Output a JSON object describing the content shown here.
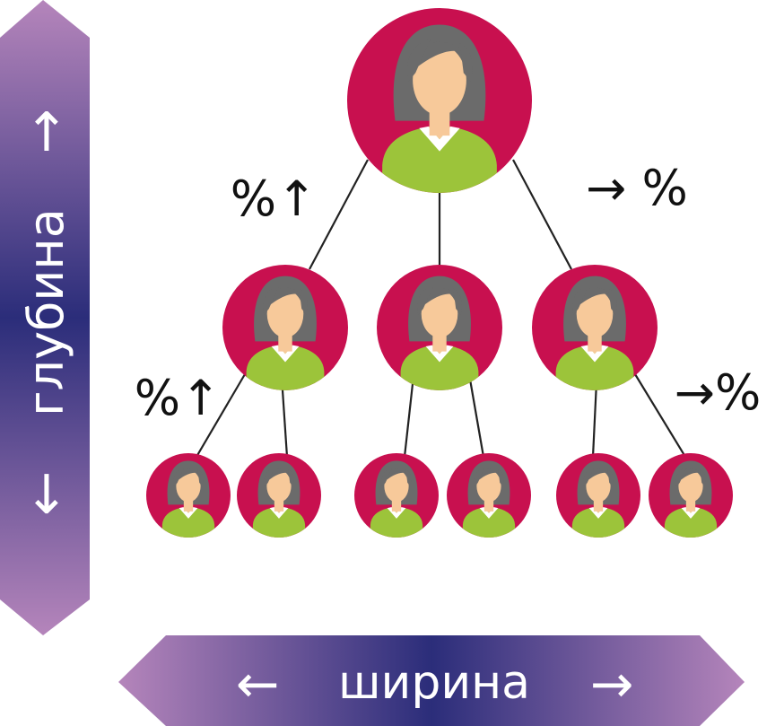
{
  "axes": {
    "depth_label": "глубина",
    "width_label": "ширина",
    "arrow_up": "↑",
    "arrow_down": "↓",
    "arrow_left": "←",
    "arrow_right": "→"
  },
  "annotations": {
    "depth_pct_level1": "%↑",
    "width_pct_level1": "→ %",
    "depth_pct_level2": "%↑",
    "width_pct_level2": "→%"
  },
  "colors": {
    "circle": "#c8104f",
    "hair": "#6b6b6b",
    "skin": "#f7c99a",
    "shirt": "#9cc43a",
    "collar": "#ffffff",
    "line": "#222222",
    "axis_edge": "#b585bb",
    "axis_mid": "#2b2d7a"
  },
  "tree": {
    "levels": 3,
    "root_children": 3,
    "children_per_node": 2
  }
}
